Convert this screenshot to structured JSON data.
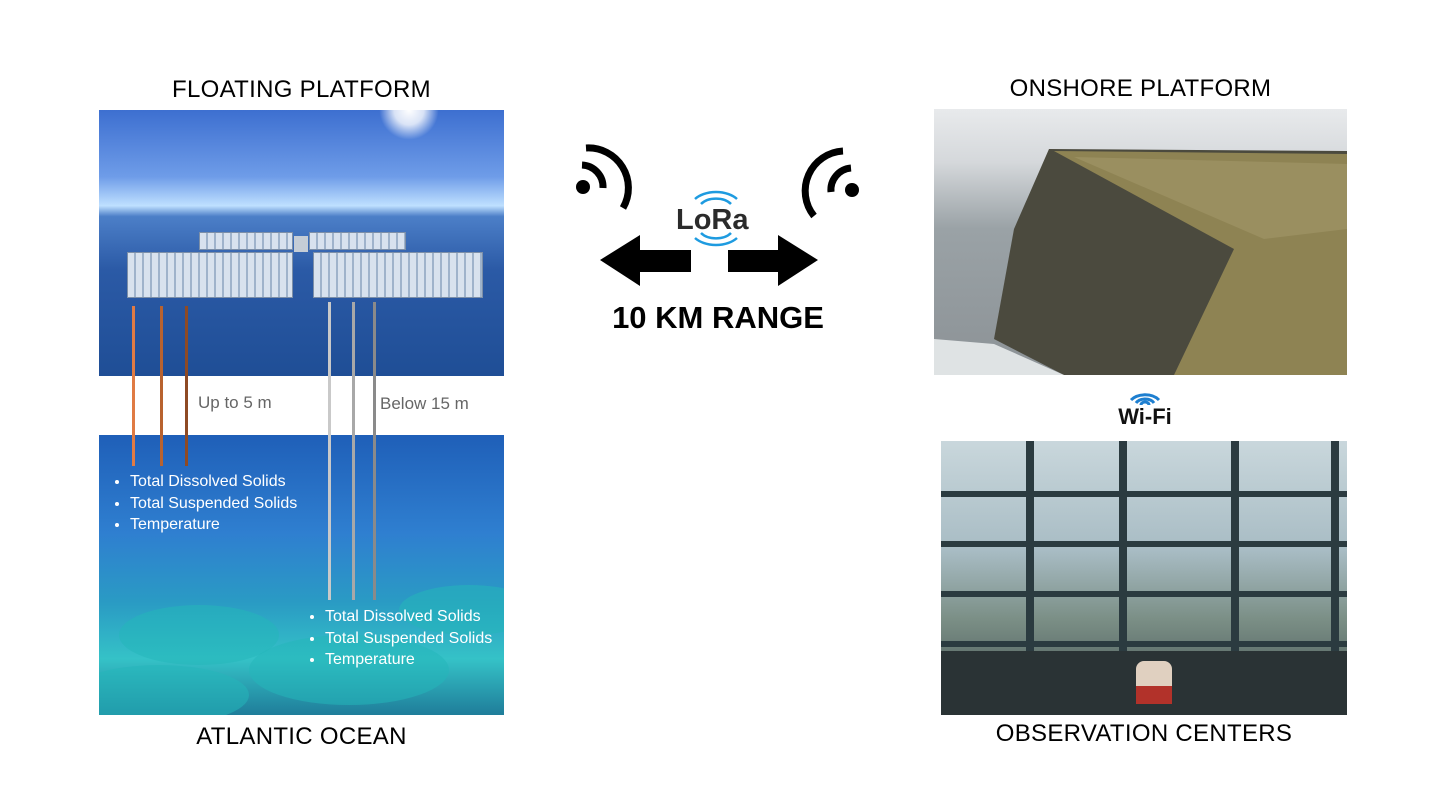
{
  "floating": {
    "title": "FLOATING PLATFORM",
    "depth_shallow": "Up to 5 m",
    "depth_deep": "Below 15 m",
    "shallow_sensors": [
      "Total Dissolved Solids",
      "Total Suspended Solids",
      "Temperature"
    ],
    "deep_sensors": [
      "Total Dissolved Solids",
      "Total Suspended Solids",
      "Temperature"
    ],
    "ocean_title": "ATLANTIC OCEAN",
    "probe_colors_shallow": [
      "#e07b44",
      "#b8622f",
      "#8e4a24"
    ],
    "probe_colors_deep": [
      "#c9c9c9",
      "#a8a8a8",
      "#8a8a8a"
    ]
  },
  "link": {
    "lora_label": "LoRa",
    "range_label": "10 KM RANGE",
    "accent": "#1e9be0"
  },
  "onshore": {
    "title": "ONSHORE PLATFORM",
    "wifi_label": "Wi-Fi",
    "obs_title": "OBSERVATION CENTERS"
  }
}
